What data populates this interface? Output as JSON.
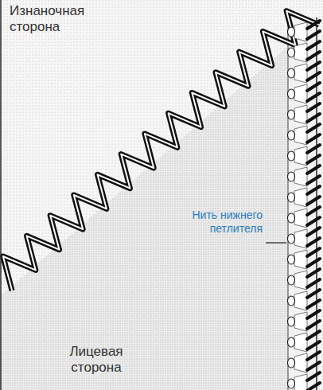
{
  "diagram": {
    "labels": [
      "Изнаночная сторона",
      "Нить нижнего петлителя",
      "Лицевая сторона"
    ]
  }
}
